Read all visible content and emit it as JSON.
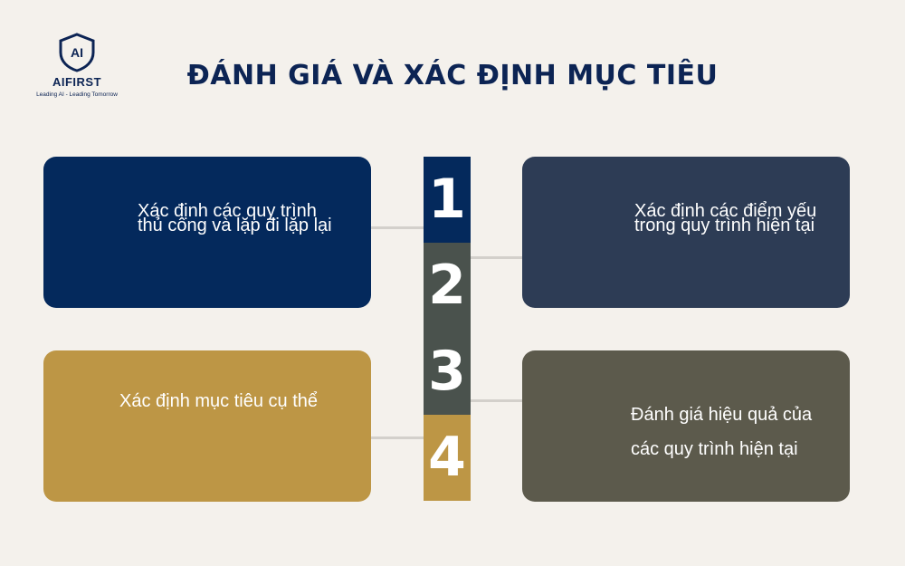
{
  "logo": {
    "name": "AIFIRST",
    "mark": "AI",
    "tagline": "Leading AI - Leading Tomorrow"
  },
  "title": "ĐÁNH GIÁ VÀ XÁC ĐỊNH MỤC TIÊU",
  "steps": [
    {
      "number": "1",
      "lines": [
        "Xác định các quy trình",
        "thủ công và lặp đi lặp lại"
      ]
    },
    {
      "number": "2",
      "lines": [
        "Xác định các điểm yếu",
        "trong quy trình hiện tại"
      ]
    },
    {
      "number": "3",
      "lines": [
        "Xác định mục tiêu cụ thể"
      ]
    },
    {
      "number": "4",
      "lines": [
        "Đánh giá hiệu quả của",
        "các quy trình hiện tại"
      ]
    }
  ],
  "colors": {
    "background": "#f4f1ec",
    "navy": "#04295c",
    "slate": "#2d3c55",
    "gold": "#bd9645",
    "olive": "#5c5a4c",
    "gray": "#4a524d"
  }
}
